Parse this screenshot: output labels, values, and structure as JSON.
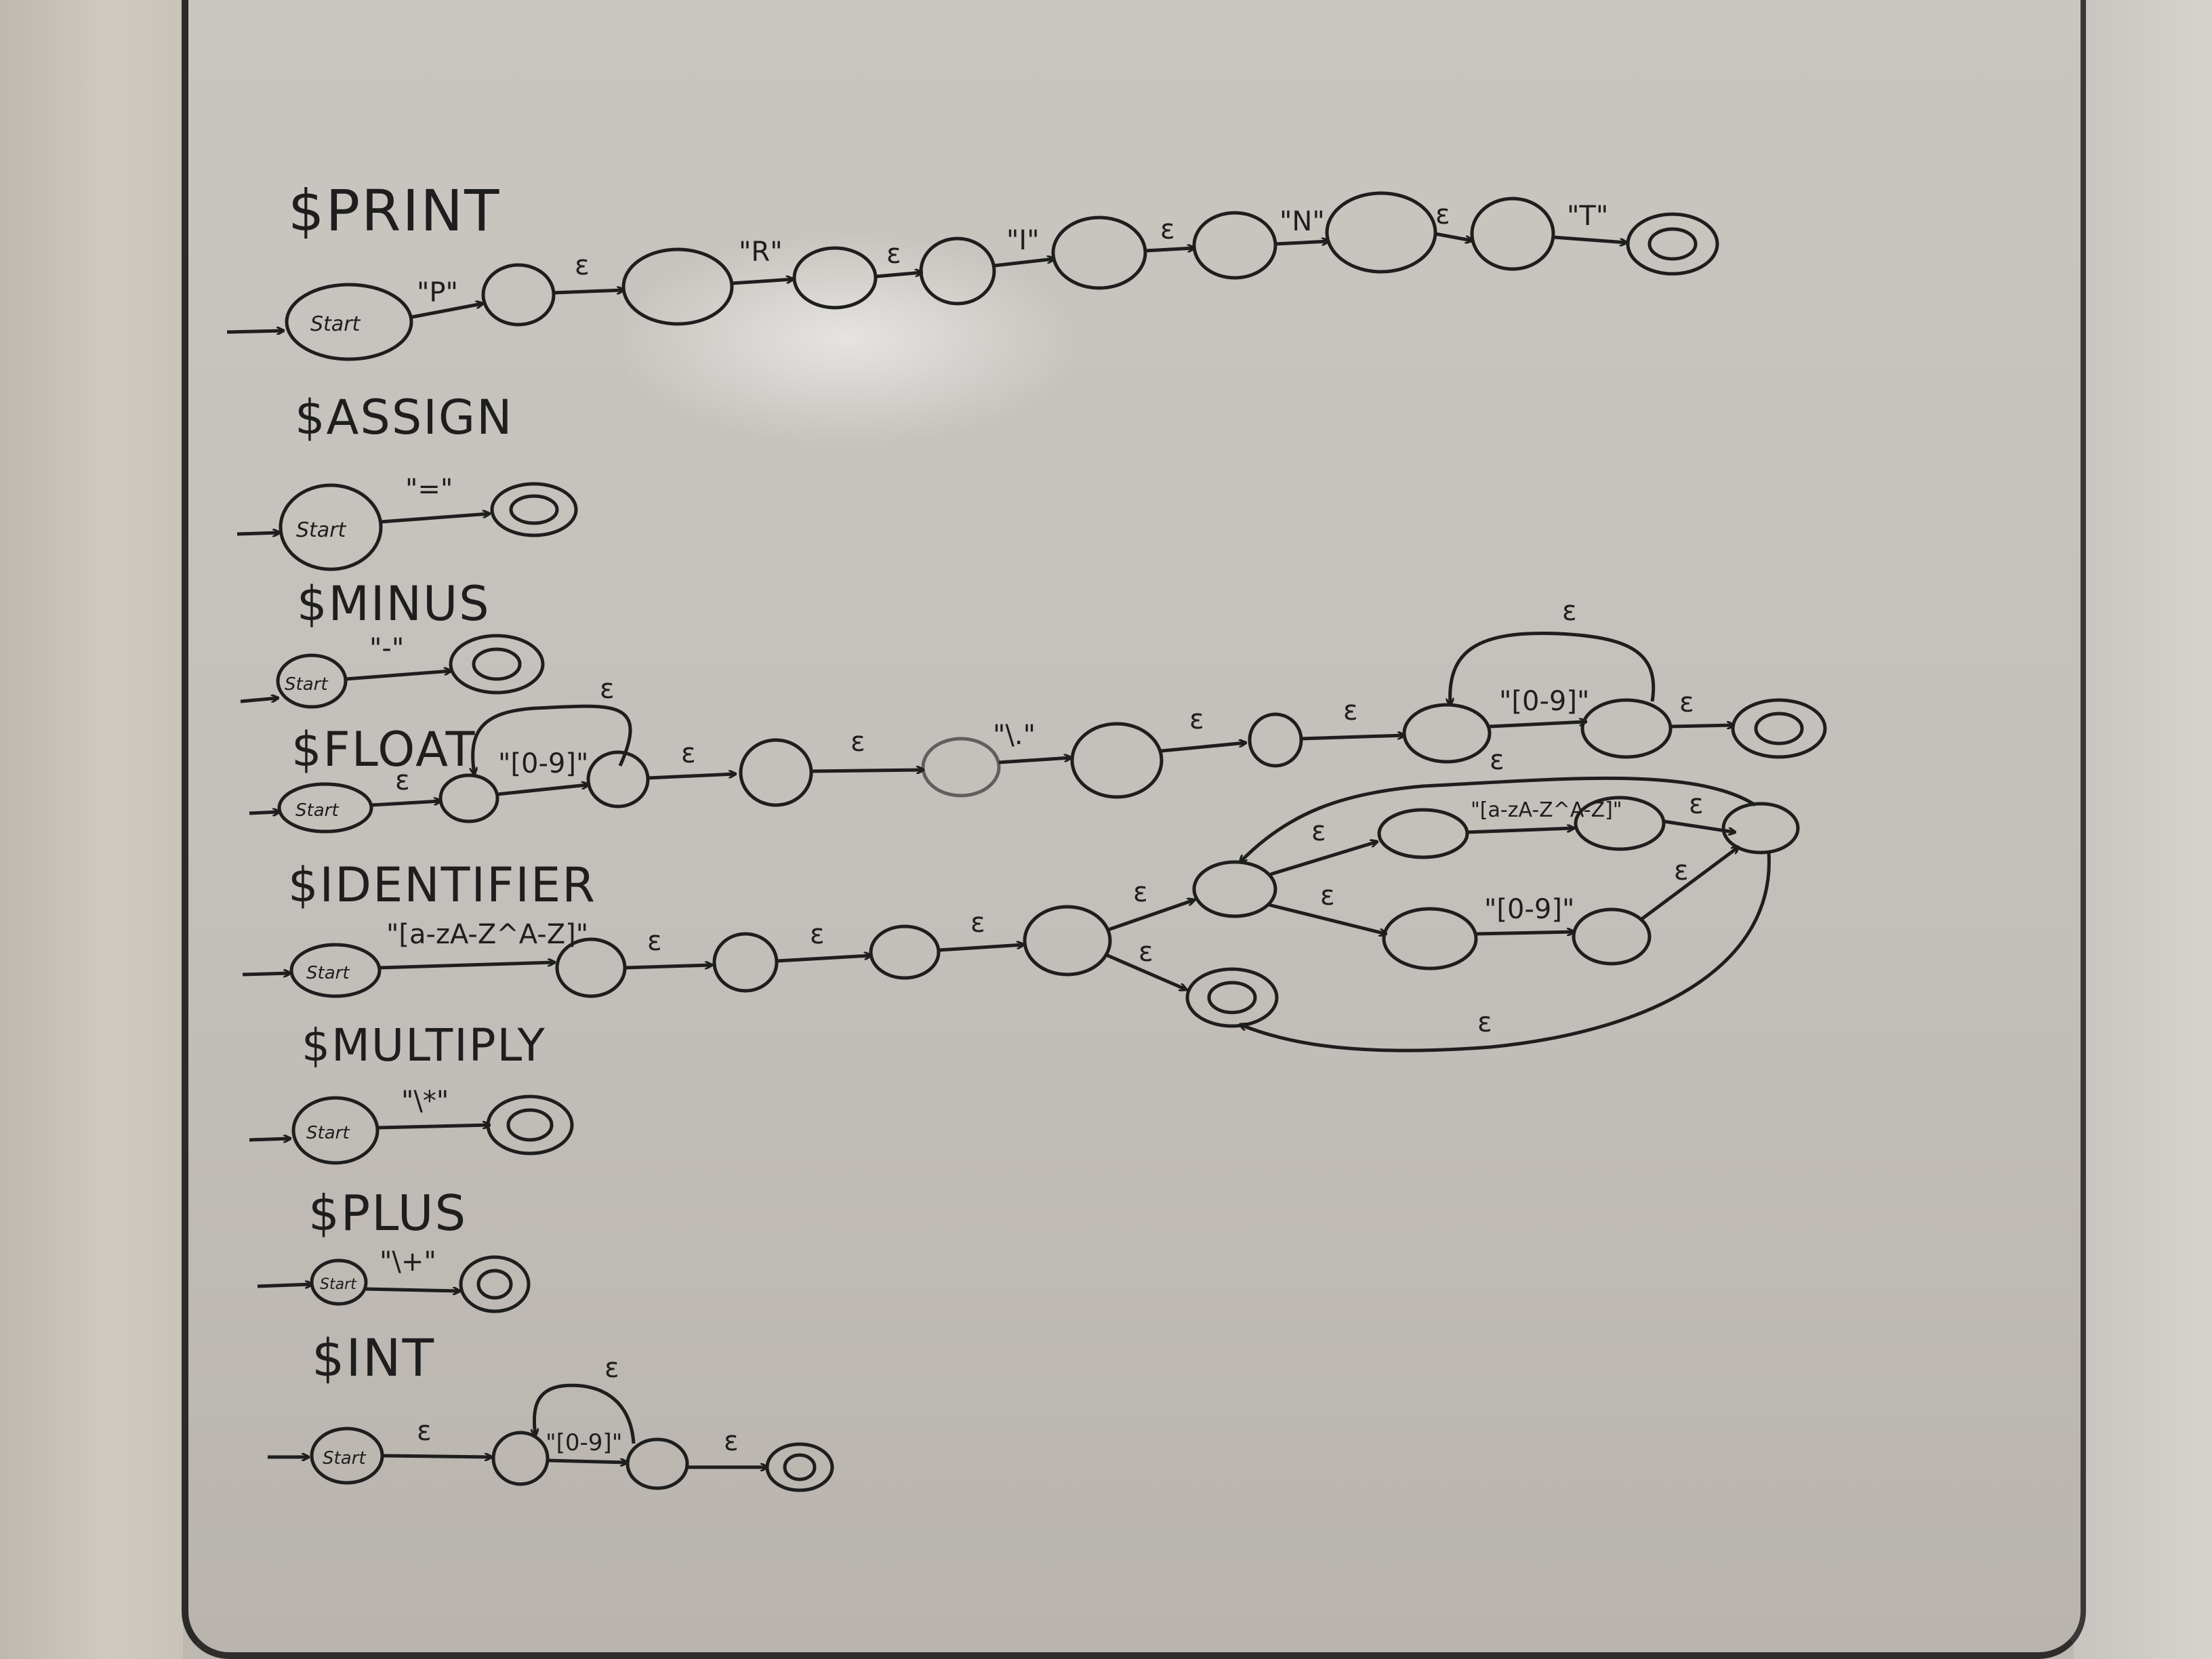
{
  "machines": [
    {
      "name": "$PRINT",
      "start_label": "Start",
      "labels": [
        "\"P\"",
        "ε",
        "\"R\"",
        "ε",
        "\"I\"",
        "ε",
        "\"N\"",
        "ε",
        "\"T\""
      ]
    },
    {
      "name": "$ASSIGN",
      "start_label": "Start",
      "labels": [
        "\"=\""
      ]
    },
    {
      "name": "$MINUS",
      "start_label": "Start",
      "labels": [
        "\"-\""
      ]
    },
    {
      "name": "$FLOAT",
      "start_label": "Start",
      "labels": [
        "ε",
        "\"[0-9]\"",
        "ε",
        "ε",
        "ε",
        "\"\\.\"",
        "ε",
        "ε",
        "\"[0-9]\"",
        "ε",
        "ε"
      ]
    },
    {
      "name": "$IDENTIFIER",
      "start_label": "Start",
      "labels": [
        "\"[a-zA-Z^A-Z]\"",
        "ε",
        "ε",
        "ε",
        "ε",
        "ε",
        "ε",
        "ε",
        "\"[a-zA-Z^A-Z]\"",
        "\"[0-9]\"",
        "ε",
        "ε",
        "ε",
        "ε"
      ]
    },
    {
      "name": "$MULTIPLY",
      "start_label": "Start",
      "labels": [
        "\"\\*\""
      ]
    },
    {
      "name": "$PLUS",
      "start_label": "Start",
      "labels": [
        "\"\\+\""
      ]
    },
    {
      "name": "$INT",
      "start_label": "Start",
      "labels": [
        "ε",
        "\"[0-9]\"",
        "ε",
        "ε"
      ]
    }
  ]
}
